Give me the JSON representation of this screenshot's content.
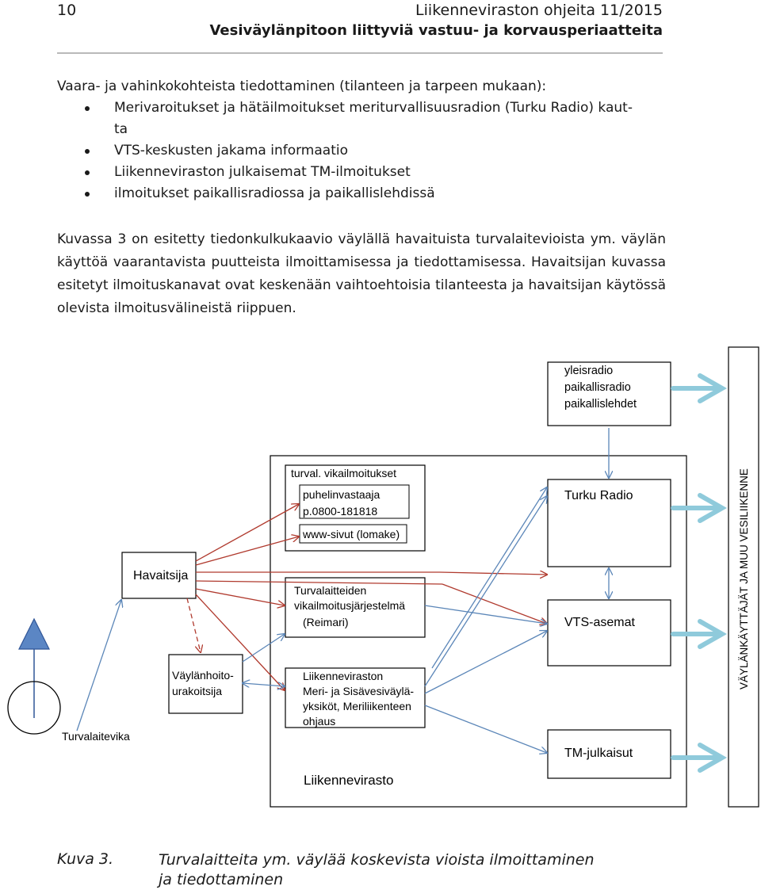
{
  "header": {
    "page_number": "10",
    "series": "Liikenneviraston ohjeita 11/2015",
    "doc_title": "Vesiväylänpitoon liittyviä vastuu- ja korvausperiaatteita"
  },
  "intro": "Vaara- ja vahinkokohteista tiedottaminen (tilanteen ja tarpeen mukaan):",
  "bullets": [
    "Merivaroitukset ja hätäilmoitukset meriturvallisuusradion (Turku Radio) kaut-",
    "ta",
    "VTS-keskusten jakama informaatio",
    "Liikenneviraston julkaisemat TM-ilmoitukset",
    "ilmoitukset paikallisradiossa ja paikallislehdissä"
  ],
  "paragraph": "Kuvassa 3 on esitetty tiedonkulkukaavio väylällä havaituista turvalaitevioista ym. väylän käyttöä vaarantavista puutteista ilmoittamisessa ja tiedottamisessa. Havaitsijan kuvassa esitetyt ilmoituskanavat ovat keskenään vaihtoehtoisia tilanteesta ja havaitsijan käytössä olevista ilmoitusvälineistä riippuen.",
  "diagram": {
    "media_box": [
      "yleisradio",
      "paikallisradio",
      "paikallislehdet"
    ],
    "turval_title": "turval. vikailmoitukset",
    "puhelin": [
      "puhelinvastaaja",
      "p.0800-181818"
    ],
    "www": "www-sivut (lomake)",
    "reimari": [
      "Turvalaitteiden",
      "vikailmoitusjärjestelmä",
      "(Reimari)"
    ],
    "ohjaus": [
      "Liikenneviraston",
      "Meri- ja Sisävesiväylä-",
      "yksiköt, Meriliikenteen",
      "ohjaus"
    ],
    "liikennevirasto": "Liikennevirasto",
    "havaitsija": "Havaitsija",
    "vaylanhoito": [
      "Väylänhoito-",
      "urakoitsija"
    ],
    "turvalaitevika": "Turvalaitevika",
    "turku_radio": "Turku Radio",
    "vts": "VTS-asemat",
    "tm": "TM-julkaisut",
    "users": "VÄYLÄNKÄYTTÄJÄT JA MUU VESILIIKENNE",
    "colors": {
      "red_arrow": "#b03a2e",
      "blue_arrow": "#5b86b8",
      "big_arrow": "#8fcadb"
    }
  },
  "caption": {
    "label": "Kuva 3.",
    "text": "Turvalaitteita ym. väylää koskevista vioista ilmoittaminen ja tiedottaminen"
  }
}
